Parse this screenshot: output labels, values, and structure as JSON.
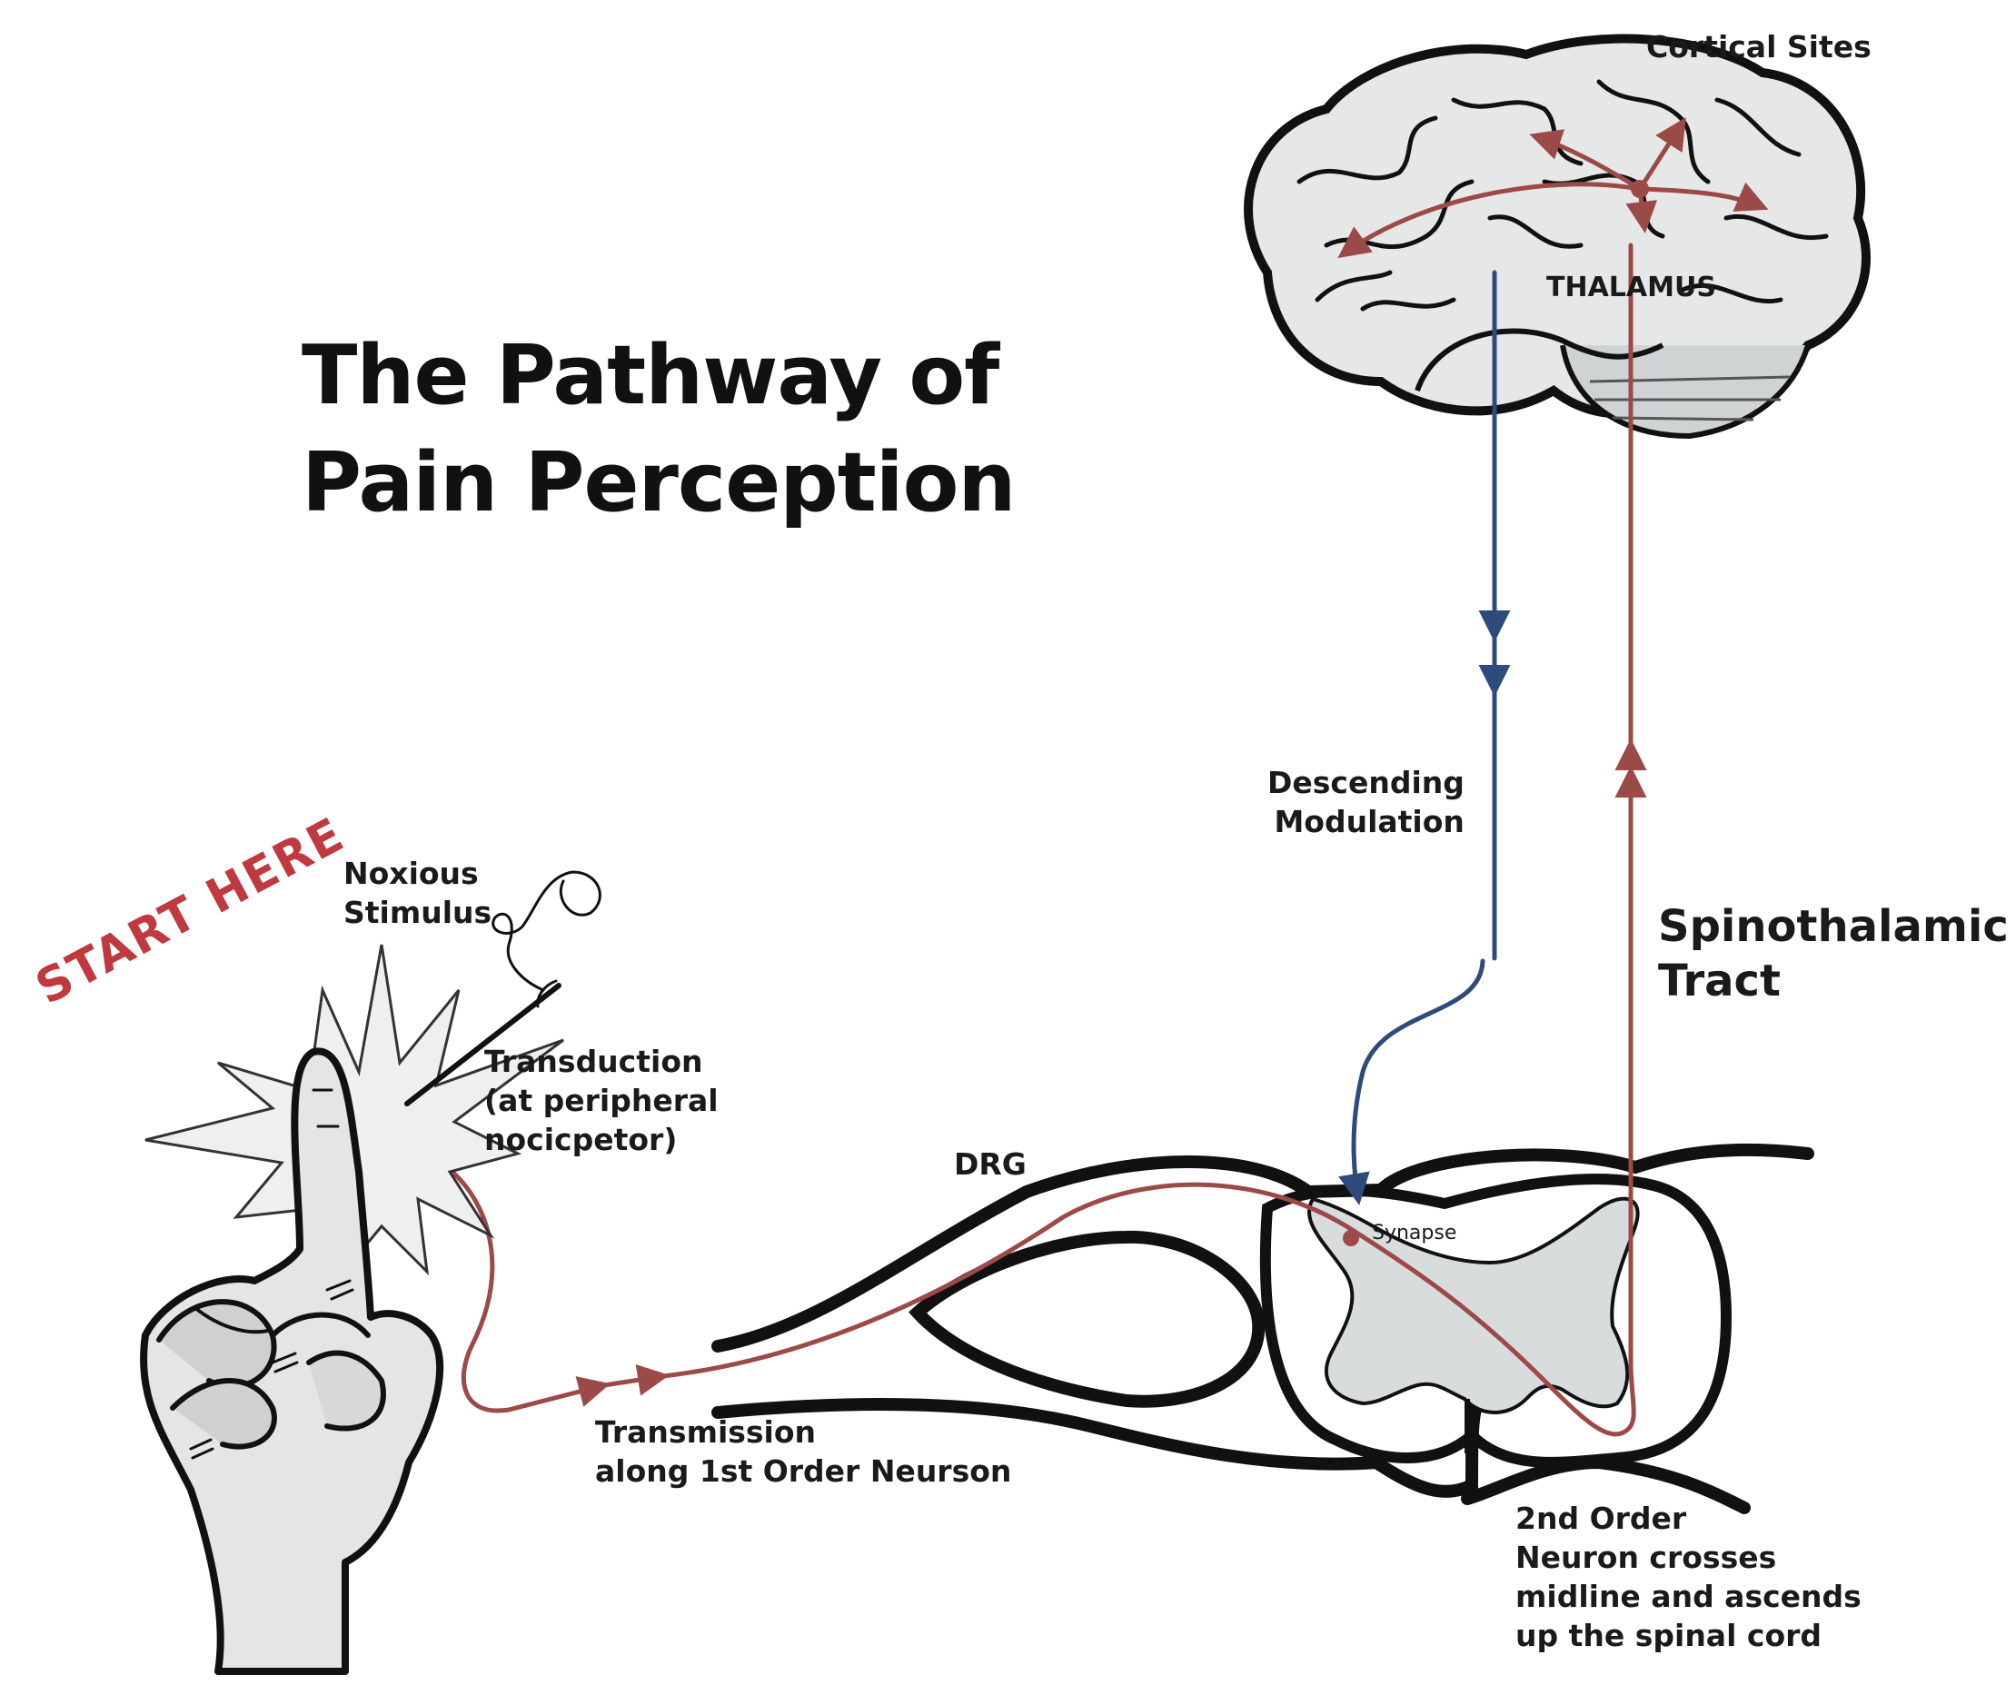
{
  "title": {
    "line1": "The Pathway of",
    "line2": "Pain Perception"
  },
  "labels": {
    "start_here": "START HERE",
    "noxious_1": "Noxious",
    "noxious_2": "Stimulus",
    "transduction_1": "Transduction",
    "transduction_2": "(at peripheral",
    "transduction_3": "nocicpetor)",
    "transmission_1": "Transmission",
    "transmission_2": "along 1st Order Neurson",
    "drg": "DRG",
    "synapse": "Synapse",
    "second_order_1": "2nd Order",
    "second_order_2": "Neuron crosses",
    "second_order_3": "midline and ascends",
    "second_order_4": "up the spinal cord",
    "descending_1": "Descending",
    "descending_2": "Modulation",
    "spinothalamic_1": "Spinothalamic",
    "spinothalamic_2": "Tract",
    "thalamus": "THALAMUS",
    "cortical_sites": "Cortical Sites"
  },
  "colors": {
    "ascending_pathway": "#9c4a48",
    "descending_pathway": "#2f4b7c",
    "start_here": "#c0393e",
    "outline": "#111111",
    "tissue_fill": "#d9dcdc"
  }
}
